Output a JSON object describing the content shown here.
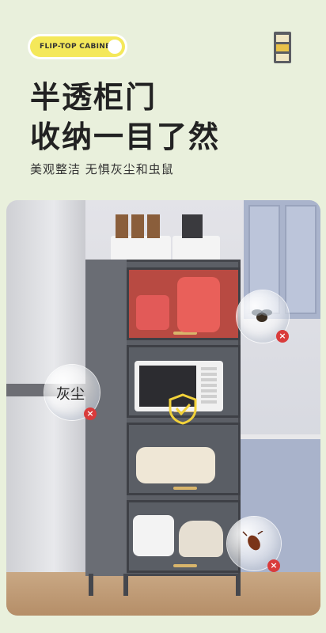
{
  "badge": {
    "label": "FLIP-TOP CABINET"
  },
  "heading": {
    "line1": "半透柜门",
    "line2": "收纳一目了然"
  },
  "subtitle": "美观整洁  无惧灰尘和虫鼠",
  "photo": {
    "dust_label": "灰尘",
    "x_glyph": "×"
  },
  "colors": {
    "background": "#e9f0dc",
    "badge": "#f4e85a",
    "cabinet": "#5c5f66",
    "accent_red": "#d93b3b",
    "shield": "#f2d23a"
  },
  "icons": [
    "brand-logo-icon",
    "shield-check-icon",
    "fly-icon",
    "cockroach-icon",
    "close-icon"
  ]
}
